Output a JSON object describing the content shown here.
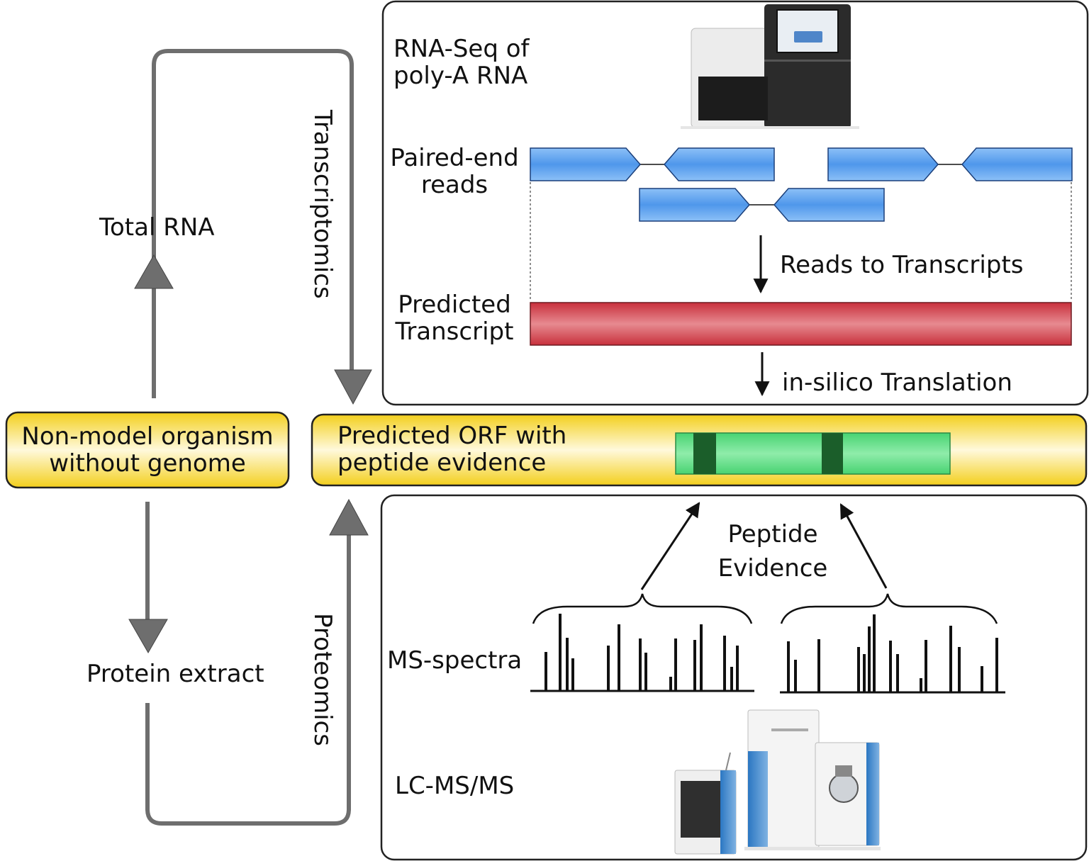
{
  "labels": {
    "total_rna": "Total RNA",
    "protein_extract": "Protein extract",
    "transcriptomics": "Transcriptomics",
    "proteomics": "Proteomics",
    "organism_line1": "Non-model organism",
    "organism_line2": "without genome",
    "orf_line1": "Predicted ORF with",
    "orf_line2": "peptide evidence",
    "rnaseq_line1": "RNA-Seq of",
    "rnaseq_line2": "poly-A RNA",
    "paired_line1": "Paired-end",
    "paired_line2": "reads",
    "reads_to_transcripts": "Reads to Transcripts",
    "predicted_line1": "Predicted",
    "predicted_line2": "Transcript",
    "in_silico": "in-silico Translation",
    "peptide_line1": "Peptide",
    "peptide_line2": "Evidence",
    "ms_spectra": "MS-spectra",
    "lcmsms": "LC-MS/MS"
  },
  "colors": {
    "flow_gray": "#6e6e6e",
    "yellow_box": "#f5d21f",
    "read_blue": "#5aa0ee",
    "transcript_red": "#d2404a",
    "orf_green": "#66e08a",
    "peptide_dark_green": "#1b5e2a"
  },
  "icons": {
    "sequencer": "sequencer-instrument-icon",
    "mass_spec": "mass-spectrometer-icon"
  }
}
